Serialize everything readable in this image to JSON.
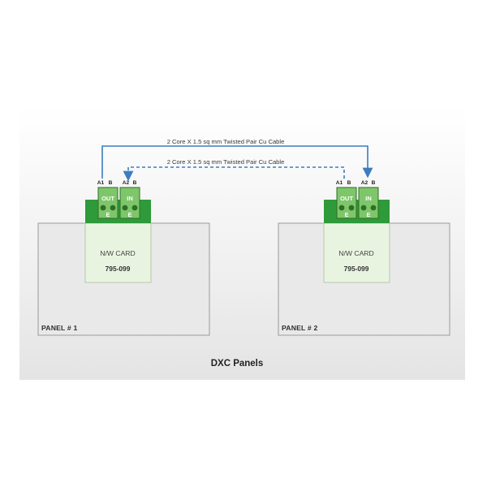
{
  "diagram": {
    "caption": "DXC Panels",
    "cables": {
      "solid_label": "2 Core X 1.5 sq mm Twisted Pair Cu Cable",
      "dashed_label": "2 Core X 1.5 sq mm Twisted Pair Cu Cable"
    },
    "panels": [
      {
        "label": "PANEL # 1",
        "card_title": "N/W CARD",
        "card_part": "795-099",
        "terminals": {
          "a1": "A1",
          "b1": "B",
          "a2": "A2",
          "b2": "B"
        },
        "ports": {
          "out": "OUT",
          "in": "IN",
          "e1": "E",
          "e2": "E"
        }
      },
      {
        "label": "PANEL # 2",
        "card_title": "N/W CARD",
        "card_part": "795-099",
        "terminals": {
          "a1": "A1",
          "b1": "B",
          "a2": "A2",
          "b2": "B"
        },
        "ports": {
          "out": "OUT",
          "in": "IN",
          "e1": "E",
          "e2": "E"
        }
      }
    ],
    "colors": {
      "cable": "#3d7cc0",
      "connector_green": "#2e9a3a",
      "panel_fill": "#e9e9e9",
      "card_fill": "#e9f4e0"
    }
  }
}
